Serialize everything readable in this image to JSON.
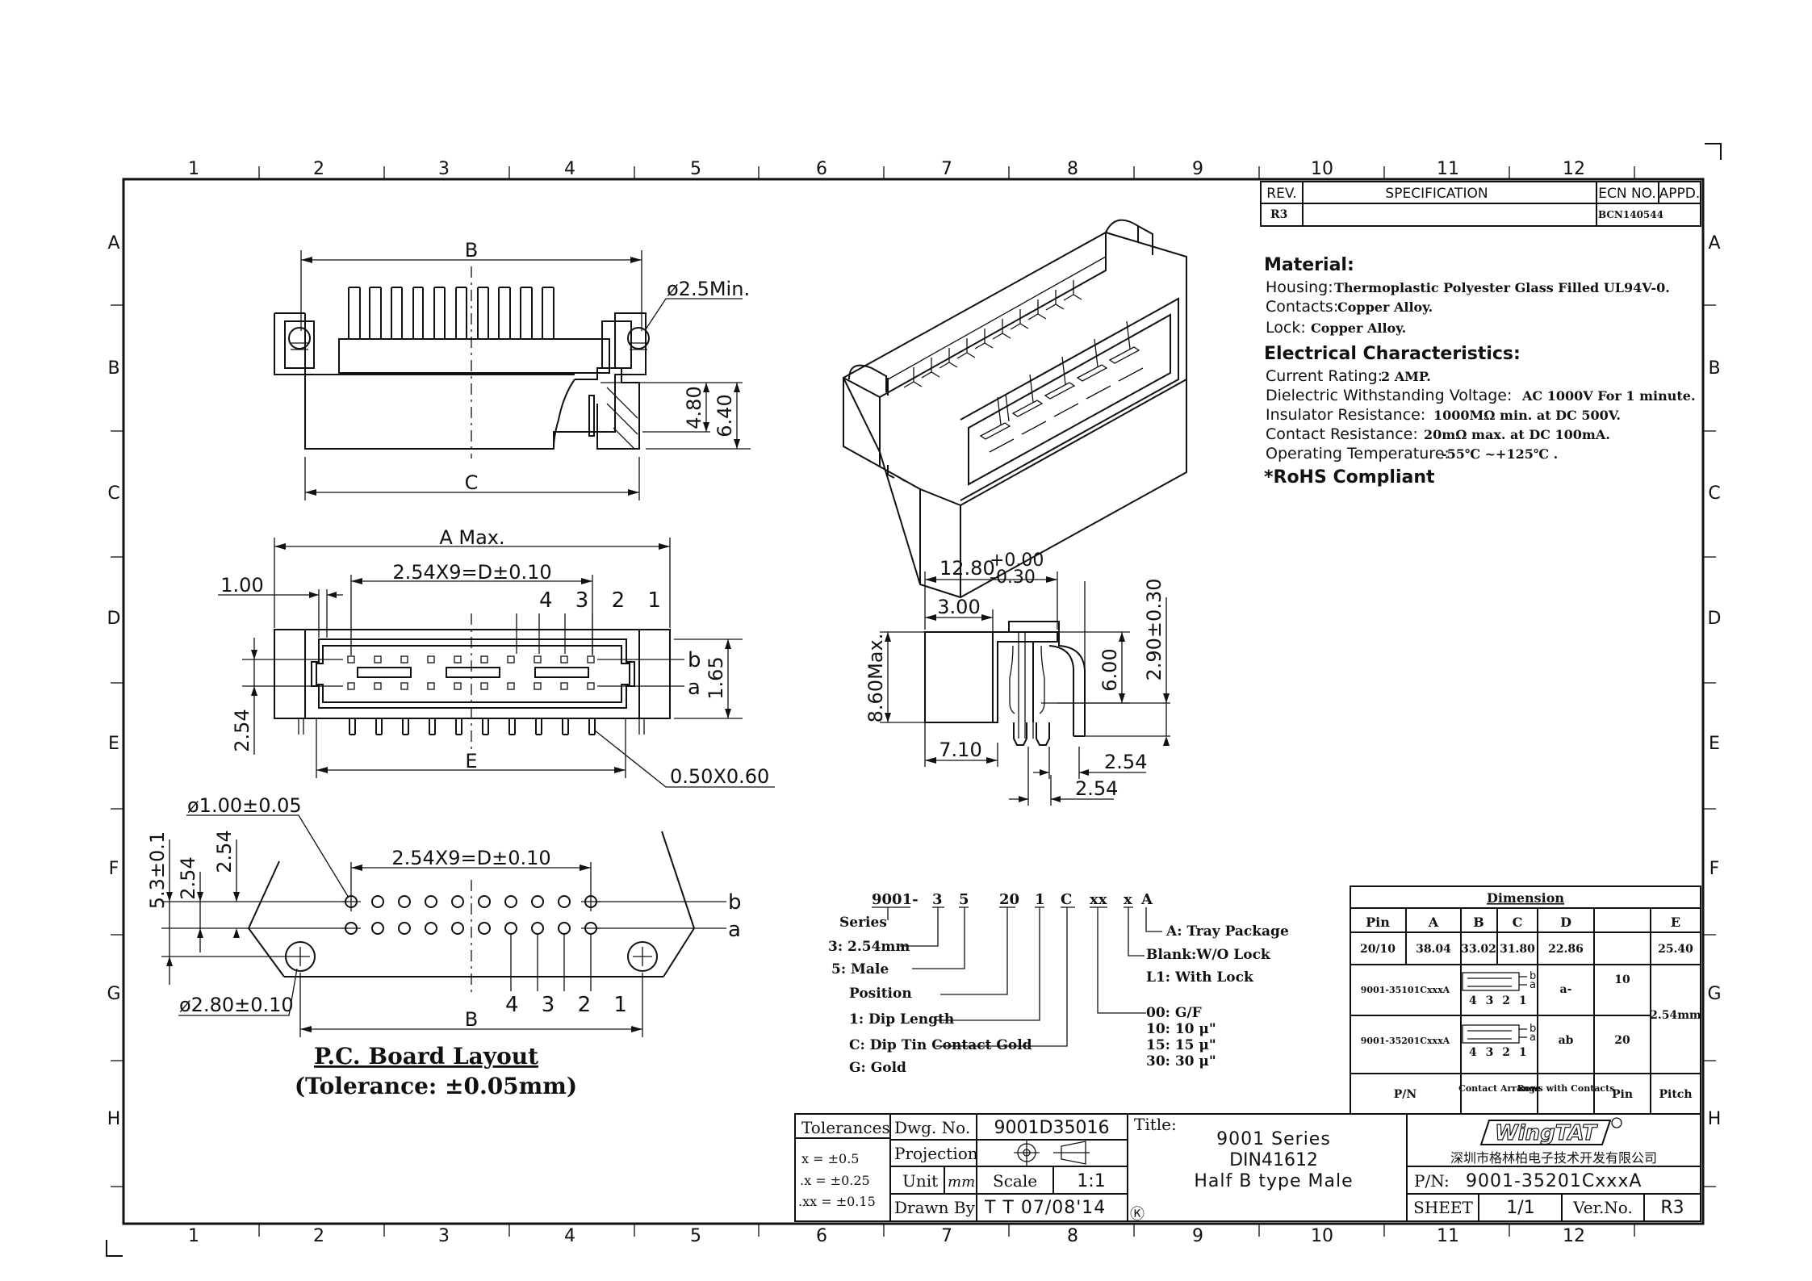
{
  "frame": {
    "columns": [
      "1",
      "2",
      "3",
      "4",
      "5",
      "6",
      "7",
      "8",
      "9",
      "10",
      "11",
      "12"
    ],
    "rows": [
      "A",
      "B",
      "C",
      "D",
      "E",
      "F",
      "G",
      "H"
    ]
  },
  "revision": {
    "headers": [
      "REV.",
      "SPECIFICATION",
      "ECN NO.",
      "APPD."
    ],
    "rev": "R3",
    "ecn": "BCN140544"
  },
  "material": {
    "heading": "Material:",
    "housing_label": "Housing:",
    "housing_value": "Thermoplastic Polyester Glass Filled UL94V-0.",
    "contacts_label": "Contacts:",
    "contacts_value": "Copper Alloy.",
    "lock_label": "Lock:",
    "lock_value": "Copper Alloy."
  },
  "electrical": {
    "heading": "Electrical Characteristics:",
    "items": [
      {
        "label": "Current Rating:",
        "value": "2 AMP."
      },
      {
        "label": "Dielectric Withstanding Voltage:",
        "value": "AC 1000V For 1 minute."
      },
      {
        "label": "Insulator Resistance:",
        "value": "1000MΩ min. at DC 500V."
      },
      {
        "label": "Contact Resistance:",
        "value": "20mΩ max. at DC 100mA."
      },
      {
        "label": "Operating Temperature:",
        "value": "-55℃ ~+125℃ ."
      }
    ],
    "rohs": "*RoHS Compliant"
  },
  "top_view": {
    "dim_b": "B",
    "dim_c": "C",
    "hole": "ø2.5Min.",
    "h1": "4.80",
    "h2": "6.40"
  },
  "front_view": {
    "a_max": "A Max.",
    "pitch": "2.54X9=D±0.10",
    "edge": "1.00",
    "pin_nums": "4 3 2 1",
    "row_b": "b",
    "row_a": "a",
    "h165": "1.65",
    "h254": "2.54",
    "dim_e": "E",
    "pin_size": "0.50X0.60"
  },
  "side_view": {
    "w": "12.80",
    "tol_plus": "+0.00",
    "tol_minus": "-0.30",
    "w3": "3.00",
    "hmax": "8.60Max.",
    "h6": "6.00",
    "h29": "2.90±0.30",
    "w71": "7.10",
    "p1": "2.54",
    "p2": "2.54"
  },
  "pcb_layout": {
    "hole": "ø1.00±0.05",
    "v254": "2.54",
    "h254": "2.54",
    "v53": "5.3±0.1",
    "pitch": "2.54X9=D±0.10",
    "mount": "ø2.80±0.10",
    "dim_b": "B",
    "pin_nums": "4 3 2 1",
    "row_b": "b",
    "row_a": "a",
    "title": "P.C. Board Layout",
    "tolerance": "(Tolerance: ±0.05mm)"
  },
  "part_code": {
    "segments": [
      "9001-",
      "3",
      "5",
      "20",
      "1",
      "C",
      "xx",
      "x",
      "A"
    ],
    "series": "Series",
    "pitch": "3: 2.54mm",
    "gender": "5: Male",
    "position": "Position",
    "dip": "1: Dip Length",
    "plating_c": "C: Dip Tin Contact Gold",
    "plating_g": "G: Gold",
    "package": "A: Tray Package",
    "lock_blank": "Blank:W/O Lock",
    "lock_l1": "L1: With Lock",
    "gold": [
      "00: G/F",
      "10: 10 μ\"",
      "15: 15 μ\"",
      "30: 30 μ\""
    ]
  },
  "dimension_table": {
    "title": "Dimension",
    "headers": [
      "Pin",
      "A",
      "B",
      "C",
      "D",
      "E"
    ],
    "row": [
      "20/10",
      "38.04",
      "33.02",
      "31.80",
      "22.86",
      "25.40"
    ],
    "pn1": "9001-35101CxxxA",
    "pn2": "9001-35201CxxxA",
    "rows1": "a-",
    "rows2": "ab",
    "pins1": "10",
    "pins2": "20",
    "pitch": "2.54mm",
    "pin_nums": "4 3 2 1",
    "foot": [
      "P/N",
      "Contact Arrange",
      "Rows with Contacts",
      "Pin",
      "Pitch"
    ]
  },
  "title_block": {
    "tolerances": "Tolerances",
    "tol_x": "x  =  ±0.5",
    "tol_x1": ".x  =  ±0.25",
    "tol_x2": ".xx  =  ±0.15",
    "dwg_label": "Dwg. No.",
    "dwg_value": "9001D35016",
    "projection": "Projection",
    "unit": "Unit",
    "unit_value": "mm",
    "scale": "Scale",
    "scale_value": "1:1",
    "drawn_by": "Drawn By",
    "drawn_value": "T T 07/08'14",
    "title_label": "Title:",
    "title_lines": [
      "9001 Series",
      "DIN41612",
      "Half B type Male"
    ],
    "brand": "WingTAT",
    "company": "深圳市格林柏电子技术开发有限公司",
    "pn_label": "P/N:",
    "pn_value": "9001-35201CxxxA",
    "sheet_label": "SHEET",
    "sheet_value": "1/1",
    "ver_label": "Ver.No.",
    "ver_value": "R3",
    "mark": "Ⓚ"
  }
}
